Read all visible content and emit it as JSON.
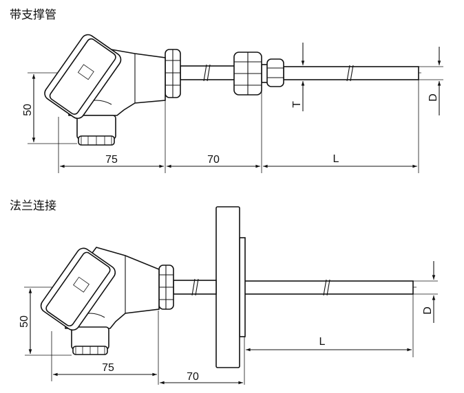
{
  "diagrams": [
    {
      "title": "带支撑管",
      "dims": {
        "height": "50",
        "head": "75",
        "mid": "70",
        "length": "L",
        "thread": "T",
        "diameter": "D"
      }
    },
    {
      "title": "法兰连接",
      "dims": {
        "height": "50",
        "head": "75",
        "mid": "70",
        "length": "L",
        "diameter": "D"
      }
    }
  ]
}
